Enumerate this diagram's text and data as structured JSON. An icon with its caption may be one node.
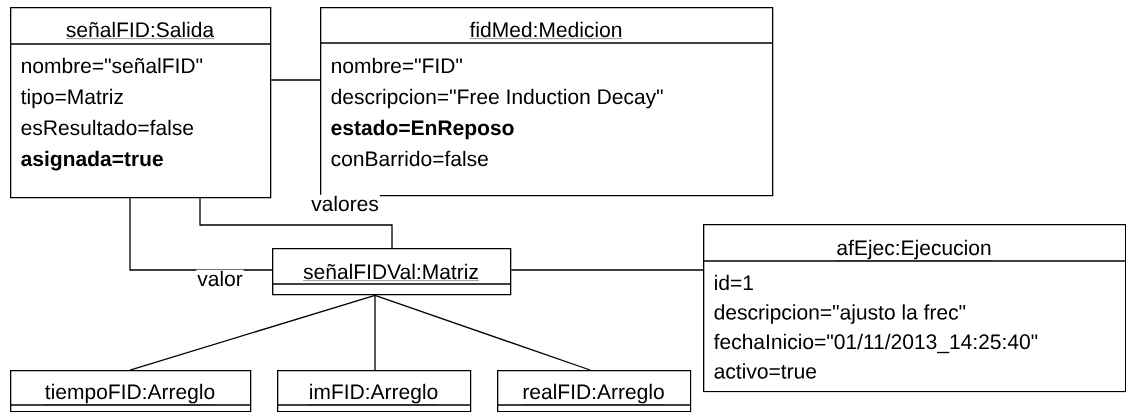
{
  "diagram": {
    "nodes": [
      {
        "text": [
          "señalFID:Salida",
          "nombre=\"señalFID\"",
          "tipo=Matriz",
          "esResultado=false",
          "**asignada=true**"
        ]
      },
      {
        "text": [
          "fidMed:Medicion",
          "nombre=\"FID\"",
          "descripcion=\"Free Induction Decay\"",
          "**estado=EnReposo**",
          "conBarrido=false"
        ]
      },
      {
        "text": [
          "señalFIDVal:Matriz"
        ]
      },
      {
        "text": [
          "afEjec:Ejecucion",
          "id=1",
          "descripcion=\"ajusto la frec\"",
          "fechaInicio=\"01/11/2013_14:25:40\"",
          "activo=true"
        ]
      },
      {
        "text": [
          "tiempoFID:Arreglo"
        ]
      },
      {
        "text": [
          "imFID:Arreglo"
        ]
      },
      {
        "text": [
          "realFID:Arreglo"
        ]
      }
    ],
    "edges": [
      {
        "from": 0,
        "to": 1,
        "arrow": "none"
      },
      {
        "from": 0,
        "to": 2,
        "arrow": "none",
        "label": "valores"
      },
      {
        "from": 0,
        "to": 2,
        "arrow": "none",
        "label": "valor"
      },
      {
        "from": 2,
        "to": 3,
        "arrow": "none"
      },
      {
        "from": 2,
        "to": 4,
        "arrow": "none"
      },
      {
        "from": 2,
        "to": 5,
        "arrow": "none"
      },
      {
        "from": 2,
        "to": 6,
        "arrow": "none"
      }
    ]
  }
}
